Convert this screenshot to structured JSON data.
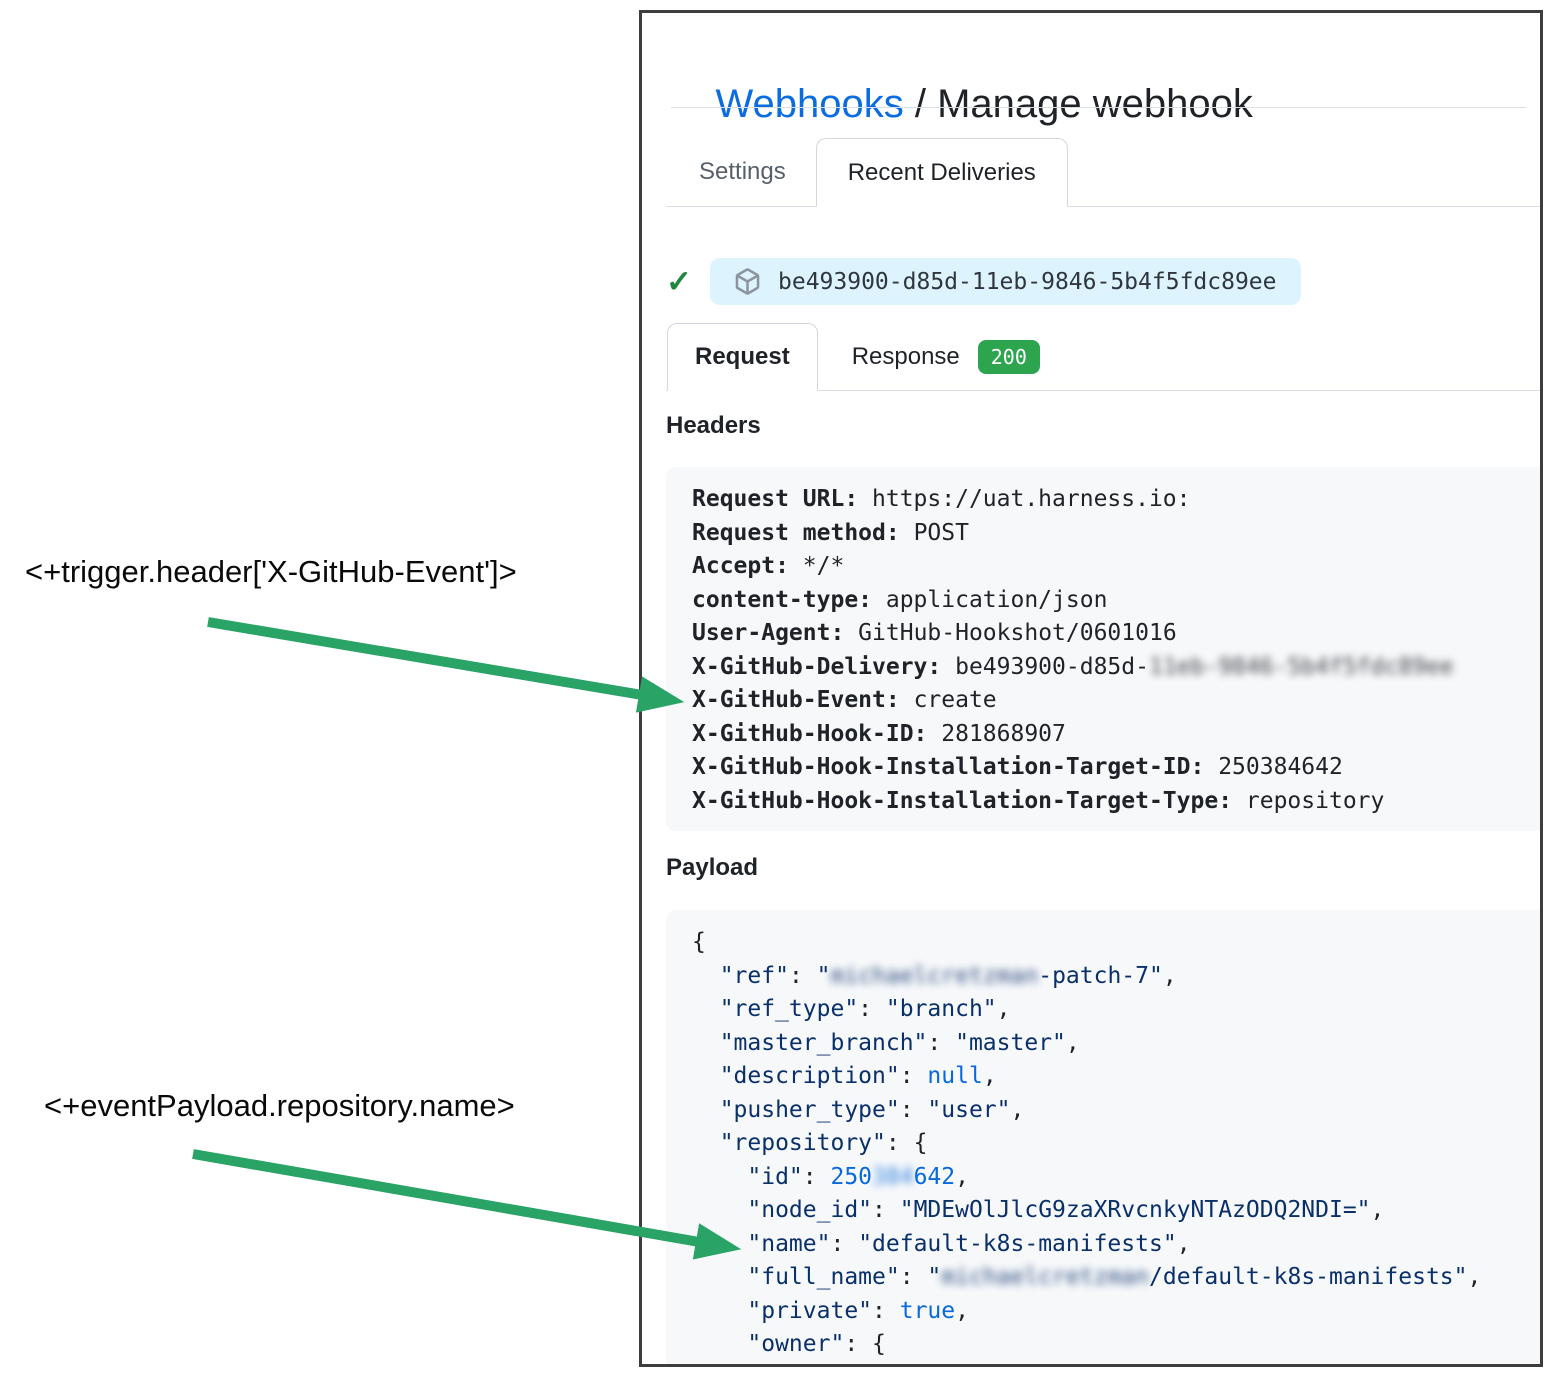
{
  "annotations": {
    "trigger_expression": "<+trigger.header['X-GitHub-Event']>",
    "payload_expression": "<+eventPayload.repository.name>"
  },
  "panel": {
    "breadcrumb": {
      "parent": "Webhooks",
      "separator": " / ",
      "current": "Manage webhook"
    },
    "tabs": {
      "settings": "Settings",
      "recent_deliveries": "Recent Deliveries"
    },
    "delivery": {
      "check_glyph": "✓",
      "guid": "be493900-d85d-11eb-9846-5b4f5fdc89ee"
    },
    "subtabs": {
      "request": "Request",
      "response": "Response",
      "response_status": "200"
    },
    "sections": {
      "headers": "Headers",
      "payload": "Payload"
    },
    "headers_lines": [
      [
        {
          "c": "hl",
          "t": "Request URL:"
        },
        {
          "c": "hv",
          "t": " https://uat.harness.io:"
        }
      ],
      [
        {
          "c": "hl",
          "t": "Request method:"
        },
        {
          "c": "hv",
          "t": " POST"
        }
      ],
      [
        {
          "c": "hl",
          "t": "Accept:"
        },
        {
          "c": "hv",
          "t": " */*"
        }
      ],
      [
        {
          "c": "hl",
          "t": "content-type:"
        },
        {
          "c": "hv",
          "t": " application/json"
        }
      ],
      [
        {
          "c": "hl",
          "t": "User-Agent:"
        },
        {
          "c": "hv",
          "t": " GitHub-Hookshot/0601016"
        }
      ],
      [
        {
          "c": "hl",
          "t": "X-GitHub-Delivery:"
        },
        {
          "c": "hv",
          "t": " be493900-d85d-"
        },
        {
          "c": "hv blur",
          "t": "11eb-9846-5b4f5fdc89ee"
        }
      ],
      [
        {
          "c": "hl",
          "t": "X-GitHub-Event:"
        },
        {
          "c": "hv",
          "t": " create"
        }
      ],
      [
        {
          "c": "hl",
          "t": "X-GitHub-Hook-ID:"
        },
        {
          "c": "hv",
          "t": " 281868907"
        }
      ],
      [
        {
          "c": "hl",
          "t": "X-GitHub-Hook-Installation-Target-ID:"
        },
        {
          "c": "hv",
          "t": " 250384642"
        }
      ],
      [
        {
          "c": "hl",
          "t": "X-GitHub-Hook-Installation-Target-Type:"
        },
        {
          "c": "hv",
          "t": " repository"
        }
      ]
    ],
    "payload_lines": [
      [
        {
          "c": "p",
          "t": "{"
        }
      ],
      [
        {
          "c": "s",
          "t": "  \"ref\""
        },
        {
          "c": "p",
          "t": ": "
        },
        {
          "c": "s",
          "t": "\""
        },
        {
          "c": "s blur",
          "t": "michaelcretzman"
        },
        {
          "c": "s",
          "t": "-patch-7\""
        },
        {
          "c": "p",
          "t": ","
        }
      ],
      [
        {
          "c": "s",
          "t": "  \"ref_type\""
        },
        {
          "c": "p",
          "t": ": "
        },
        {
          "c": "s",
          "t": "\"branch\""
        },
        {
          "c": "p",
          "t": ","
        }
      ],
      [
        {
          "c": "s",
          "t": "  \"master_branch\""
        },
        {
          "c": "p",
          "t": ": "
        },
        {
          "c": "s",
          "t": "\"master\""
        },
        {
          "c": "p",
          "t": ","
        }
      ],
      [
        {
          "c": "s",
          "t": "  \"description\""
        },
        {
          "c": "p",
          "t": ": "
        },
        {
          "c": "c",
          "t": "null"
        },
        {
          "c": "p",
          "t": ","
        }
      ],
      [
        {
          "c": "s",
          "t": "  \"pusher_type\""
        },
        {
          "c": "p",
          "t": ": "
        },
        {
          "c": "s",
          "t": "\"user\""
        },
        {
          "c": "p",
          "t": ","
        }
      ],
      [
        {
          "c": "s",
          "t": "  \"repository\""
        },
        {
          "c": "p",
          "t": ": {"
        }
      ],
      [
        {
          "c": "s",
          "t": "    \"id\""
        },
        {
          "c": "p",
          "t": ": "
        },
        {
          "c": "c",
          "t": "250"
        },
        {
          "c": "c blur",
          "t": "384"
        },
        {
          "c": "c",
          "t": "642"
        },
        {
          "c": "p",
          "t": ","
        }
      ],
      [
        {
          "c": "s",
          "t": "    \"node_id\""
        },
        {
          "c": "p",
          "t": ": "
        },
        {
          "c": "s",
          "t": "\"MDEwOlJlcG9zaXRvcnkyNTAzODQ2NDI=\""
        },
        {
          "c": "p",
          "t": ","
        }
      ],
      [
        {
          "c": "s",
          "t": "    \"name\""
        },
        {
          "c": "p",
          "t": ": "
        },
        {
          "c": "s",
          "t": "\"default-k8s-manifests\""
        },
        {
          "c": "p",
          "t": ","
        }
      ],
      [
        {
          "c": "s",
          "t": "    \"full_name\""
        },
        {
          "c": "p",
          "t": ": "
        },
        {
          "c": "s",
          "t": "\""
        },
        {
          "c": "s blur",
          "t": "michaelcretzman"
        },
        {
          "c": "s",
          "t": "/default-k8s-manifests\""
        },
        {
          "c": "p",
          "t": ","
        }
      ],
      [
        {
          "c": "s",
          "t": "    \"private\""
        },
        {
          "c": "p",
          "t": ": "
        },
        {
          "c": "c",
          "t": "true"
        },
        {
          "c": "p",
          "t": ","
        }
      ],
      [
        {
          "c": "s",
          "t": "    \"owner\""
        },
        {
          "c": "p",
          "t": ": {"
        }
      ]
    ]
  },
  "colors": {
    "accent_blue": "#0b6ce0",
    "arrow_green": "#2aa366",
    "check_green": "#1f883d",
    "badge_green": "#2da44e",
    "pill_bg": "#ddf4ff",
    "code_bg": "#f6f8fa",
    "string_navy": "#0a3069",
    "const_blue": "#0969da"
  }
}
